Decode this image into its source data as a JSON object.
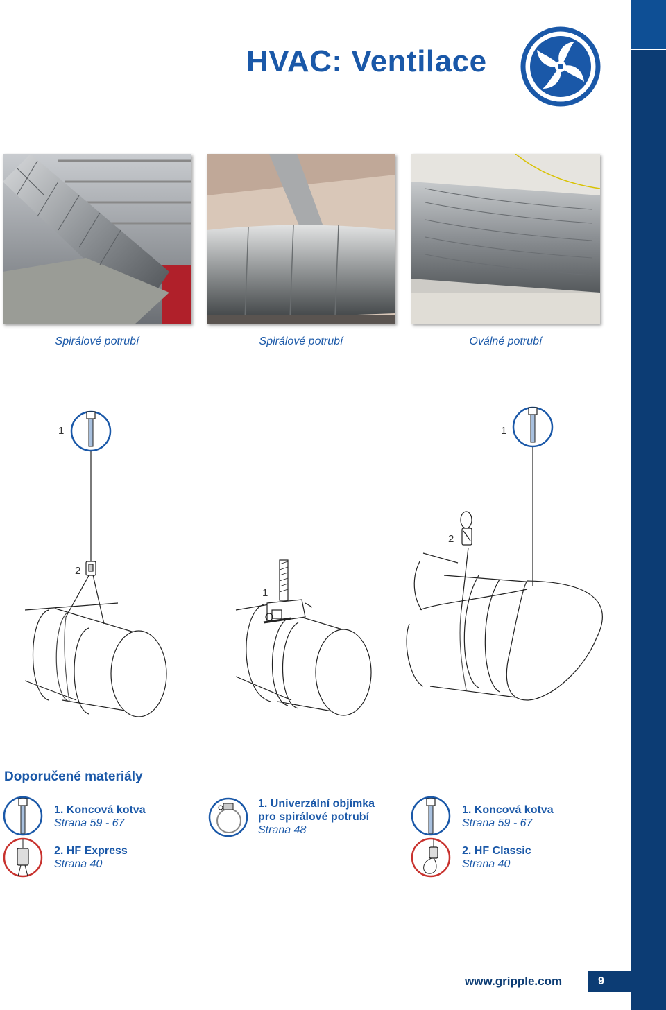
{
  "header": {
    "title": "HVAC: Ventilace",
    "icon": "fan-icon"
  },
  "photos": [
    {
      "caption": "Spirálové potrubí",
      "icon": "spiral-duct-photo"
    },
    {
      "caption": "Spirálové potrubí",
      "icon": "spiral-duct-photo"
    },
    {
      "caption": "Oválné potrubí",
      "icon": "oval-duct-photo"
    }
  ],
  "diagram_labels": {
    "left_top": "1",
    "left_mid": "2",
    "center_clamp": "1",
    "right_top": "1",
    "right_mid": "2"
  },
  "materials": {
    "title": "Doporučené materiály",
    "groups": [
      {
        "items": [
          {
            "title": "1. Koncová kotva",
            "sub": "Strana 59 - 67",
            "icon": "end-anchor-icon"
          },
          {
            "title": "2. HF Express",
            "sub": "Strana 40",
            "icon": "hf-express-icon"
          }
        ]
      },
      {
        "items": [
          {
            "title": "1. Univerzální objímka",
            "title2": "pro spirálové potrubí",
            "sub": "Strana 48",
            "icon": "clamp-icon"
          }
        ]
      },
      {
        "items": [
          {
            "title": "1. Koncová kotva",
            "sub": "Strana 59 - 67",
            "icon": "end-anchor-icon"
          },
          {
            "title": "2. HF Classic",
            "sub": "Strana 40",
            "icon": "hf-classic-icon"
          }
        ]
      }
    ]
  },
  "footer": {
    "url": "www.gripple.com",
    "page": "9"
  },
  "colors": {
    "brand_blue": "#1a58a8",
    "sidebar_navy": "#0c3c74",
    "icon_red": "#c8322e"
  }
}
